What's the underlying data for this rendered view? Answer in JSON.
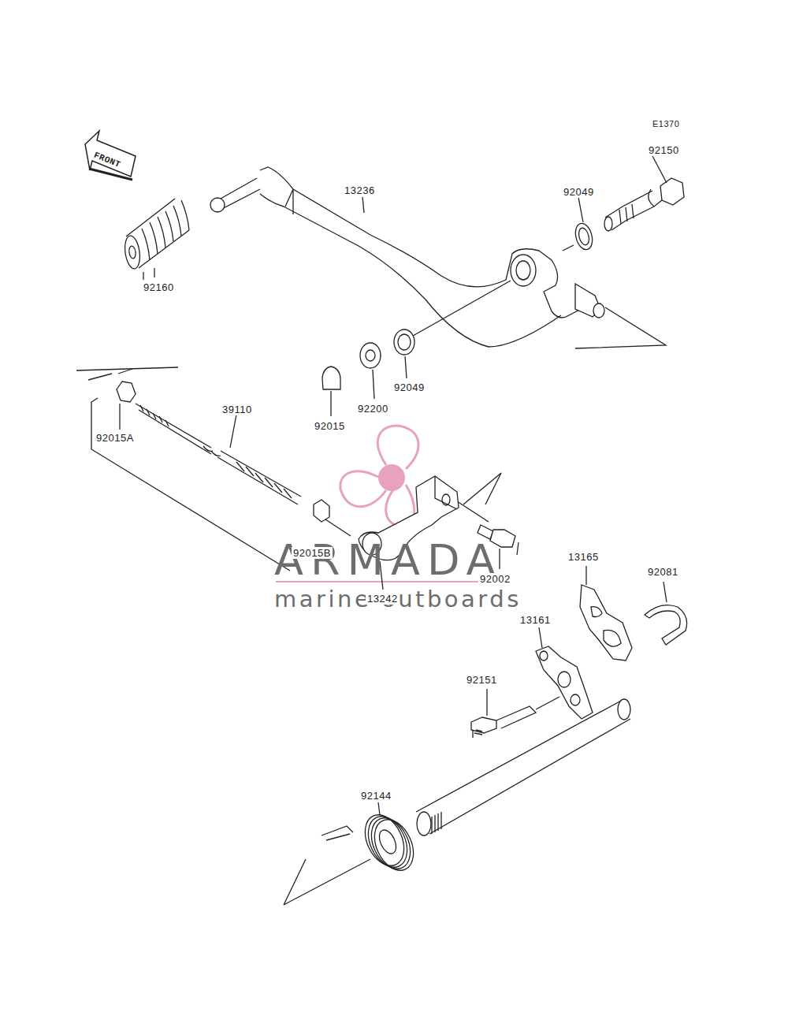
{
  "diagram": {
    "labels": [
      "E1370",
      "FRONT",
      "92150",
      "13236",
      "92049",
      "92160",
      "92049",
      "92200",
      "92015",
      "39110",
      "92015A",
      "92015B",
      "13242",
      "92002",
      "13165",
      "92081",
      "13161",
      "92151",
      "92144",
      "ARMADA",
      "marine outboards"
    ]
  }
}
